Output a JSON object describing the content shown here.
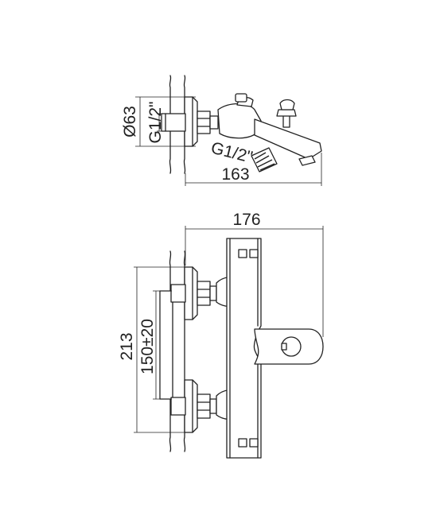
{
  "side_view": {
    "diameter_label": "Ø63",
    "inlet_thread_label": "G1/2\"",
    "outlet_thread_label": "G1/2\"",
    "depth_label": "163"
  },
  "front_view": {
    "width_label": "176",
    "height_label": "213",
    "center_distance_label": "150±20"
  }
}
